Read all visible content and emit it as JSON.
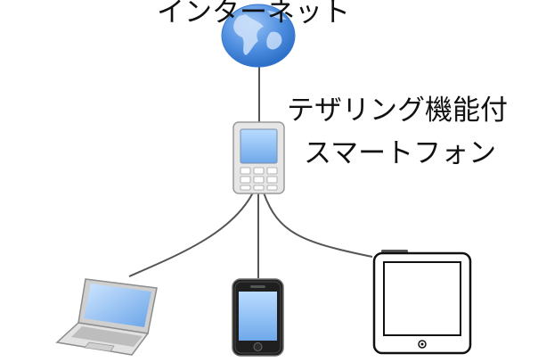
{
  "labels": {
    "internet": "インターネット",
    "tethering_phone_line1": "テザリング機能付",
    "tethering_phone_line2": "スマートフォン"
  },
  "icons": {
    "internet": "globe-icon",
    "tethering_phone": "feature-phone-icon",
    "laptop": "laptop-icon",
    "smartphone": "smartphone-icon",
    "tablet": "tablet-icon"
  },
  "colors": {
    "globe": "#4f8fe0",
    "globe_highlight": "#cfe2fa",
    "screen": "#8ec1f4",
    "device_body": "#e6e6e6",
    "device_outline": "#9a9a9a",
    "smartphone_body": "#1f1f1f",
    "tablet_body": "#ffffff",
    "cable": "#555555",
    "text": "#111111"
  }
}
